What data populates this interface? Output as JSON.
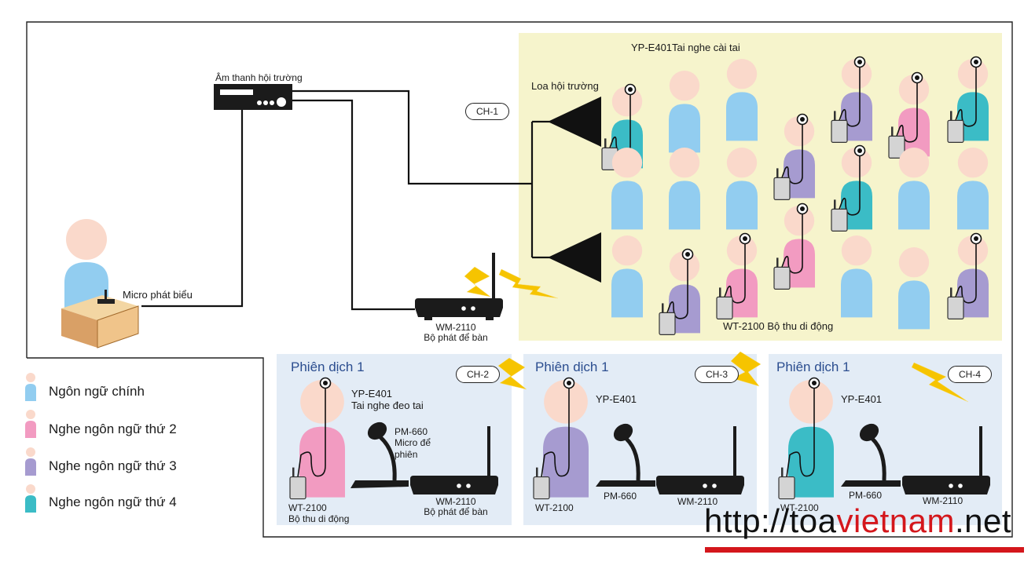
{
  "hall": {
    "audio_label": "Âm thanh hội trường",
    "speaker_label": "Loa hội trường",
    "headset_label": "YP-E401Tai nghe cài tai",
    "receiver_label": "WT-2100 Bộ thu di động",
    "channel": "CH-1",
    "mic_label": "Micro phát biểu",
    "transmitter_model": "WM-2110",
    "transmitter_desc": "Bộ phát để bàn"
  },
  "booths": [
    {
      "title": "Phiên dịch 1",
      "channel": "CH-2",
      "headset_model": "YP-E401",
      "headset_desc": "Tai nghe đeo tai",
      "mic_model": "PM-660",
      "mic_desc_1": "Micro để",
      "mic_desc_2": "phiên",
      "transmitter_model": "WM-2110",
      "transmitter_desc": "Bộ phát để bàn",
      "receiver_model": "WT-2100",
      "receiver_desc": "Bộ thu di động",
      "color": "#f29bc1"
    },
    {
      "title": "Phiên dịch 1",
      "channel": "CH-3",
      "headset_model": "YP-E401",
      "mic_model": "PM-660",
      "transmitter_model": "WM-2110",
      "receiver_model": "WT-2100",
      "color": "#a69bd0"
    },
    {
      "title": "Phiên dịch 1",
      "channel": "CH-4",
      "headset_model": "YP-E401",
      "mic_model": "PM-660",
      "transmitter_model": "WM-2110",
      "receiver_model": "WT-2100",
      "color": "#3bbcc6"
    }
  ],
  "legend": [
    {
      "label": "Ngôn ngữ chính",
      "color": "#92cdf0"
    },
    {
      "label": "Nghe ngôn ngữ thứ 2",
      "color": "#f29bc1"
    },
    {
      "label": "Nghe ngôn ngữ thứ 3",
      "color": "#a69bd0"
    },
    {
      "label": "Nghe ngôn ngữ thứ 4",
      "color": "#3bbcc6"
    }
  ],
  "website": {
    "prefix": "http://toa",
    "highlight": "vietnam",
    "suffix": ".net"
  },
  "colors": {
    "skin": "#fad9cb",
    "hall_bg": "#f6f4cc",
    "booth_bg": "#e3ecf6",
    "lightning": "#f6c400",
    "wood": "#f3d6a3",
    "device": "#1b1b1b"
  }
}
